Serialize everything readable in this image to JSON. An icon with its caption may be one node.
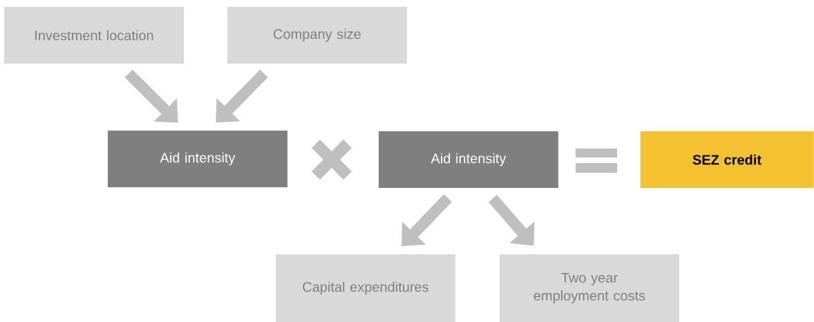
{
  "diagram": {
    "nodes": [
      {
        "text": [
          "Investment location"
        ]
      },
      {
        "text": [
          "Company size"
        ]
      },
      {
        "text": [
          "Aid intensity"
        ]
      },
      {
        "text": [
          "Aid intensity"
        ]
      },
      {
        "text": [
          "SEZ credit"
        ]
      },
      {
        "text": [
          "Capital expenditures"
        ]
      },
      {
        "text": [
          "Two year employment costs"
        ]
      }
    ],
    "edges": [
      {
        "from": 0,
        "to": 2,
        "arrow": "to"
      },
      {
        "from": 1,
        "to": 2,
        "arrow": "to"
      },
      {
        "from": 3,
        "to": 5,
        "arrow": "to"
      },
      {
        "from": 3,
        "to": 6,
        "arrow": "to"
      }
    ]
  }
}
